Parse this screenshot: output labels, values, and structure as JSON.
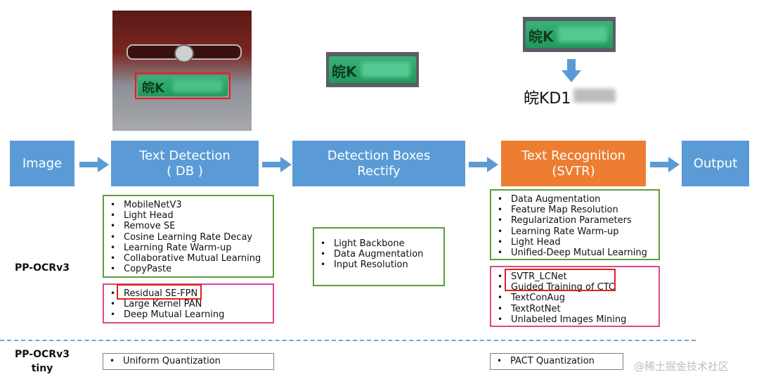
{
  "pipeline": {
    "image": "Image",
    "text_detection": {
      "line1": "Text Detection",
      "line2": "( DB )"
    },
    "detection_rectify": {
      "line1": "Detection Boxes",
      "line2": "Rectify"
    },
    "text_recognition": {
      "line1": "Text Recognition",
      "line2": "(SVTR)"
    },
    "output": "Output"
  },
  "colors": {
    "stage_blue": "#5b9bd5",
    "stage_orange": "#ed7d31",
    "green_border": "#5a9e3a",
    "pink_border": "#e0468c",
    "highlight_red": "#e0201c"
  },
  "row_labels": {
    "v3": "PP-OCRv3",
    "tiny_line1": "PP-OCRv3",
    "tiny_line2": "tiny"
  },
  "detection_green": [
    "MobileNetV3",
    "Light Head",
    "Remove SE",
    "Cosine Learning Rate Decay",
    "Learning Rate Warm-up",
    "Collaborative Mutual Learning",
    "CopyPaste"
  ],
  "detection_pink": [
    "Residual SE-FPN",
    "Large Kernel PAN",
    "Deep Mutual Learning"
  ],
  "rectify_list": [
    "Light Backbone",
    "Data Augmentation",
    "Input Resolution"
  ],
  "recognition_green": [
    "Data Augmentation",
    "Feature Map Resolution",
    "Regularization Parameters",
    "Learning Rate Warm-up",
    "Light Head",
    "Unified-Deep Mutual Learning"
  ],
  "recognition_pink": [
    "SVTR_LCNet",
    "Guided Training of CTC",
    "TextConAug",
    "TextRotNet",
    "Unlabeled Images Mining"
  ],
  "tiny_detection": [
    "Uniform Quantization"
  ],
  "tiny_recognition": [
    "PACT Quantization"
  ],
  "recognized_text": "皖KD1",
  "plate_visible_text": "皖K",
  "watermark": "@稀土掘金技术社区"
}
